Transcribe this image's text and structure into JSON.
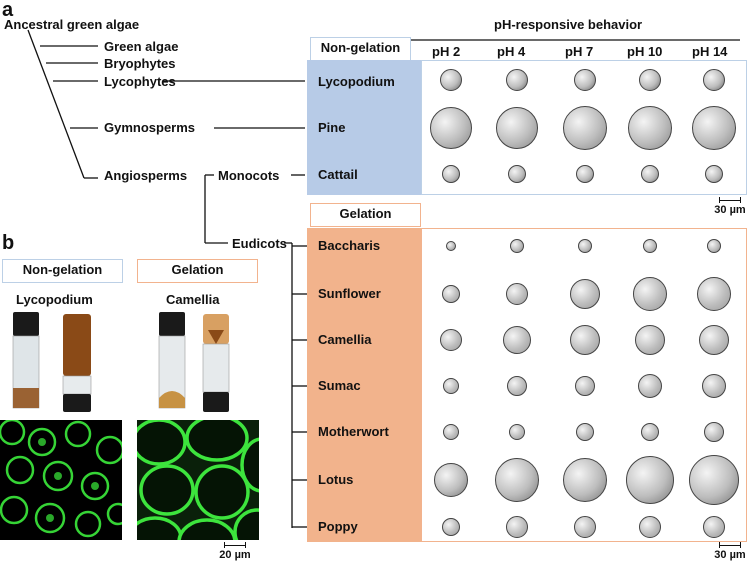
{
  "panels": {
    "a": "a",
    "b": "b"
  },
  "tree": {
    "root": "Ancestral green algae",
    "green_algae": "Green algae",
    "bryophytes": "Bryophytes",
    "lycophytes": "Lycophytes",
    "gymnosperms": "Gymnosperms",
    "angiosperms": "Angiosperms",
    "monocots": "Monocots",
    "eudicots": "Eudicots"
  },
  "header": {
    "title": "pH-responsive behavior",
    "ph": [
      "pH 2",
      "pH 4",
      "pH 7",
      "pH 10",
      "pH 14"
    ]
  },
  "groups": {
    "non_gelation": "Non-gelation",
    "gelation": "Gelation"
  },
  "species": {
    "non_gelation": [
      "Lycopodium",
      "Pine",
      "Cattail"
    ],
    "gelation": [
      "Baccharis",
      "Sunflower",
      "Camellia",
      "Sumac",
      "Motherwort",
      "Lotus",
      "Poppy"
    ]
  },
  "scalebars": {
    "a_top": "30 µm",
    "a_bottom": "30 µm",
    "b": "20 µm"
  },
  "panel_b": {
    "non_gelation_box": "Non-gelation",
    "gelation_box": "Gelation",
    "left_species": "Lycopodium",
    "right_species": "Camellia"
  },
  "colors": {
    "non_gelation_fill": "#b7cbe7",
    "non_gelation_border": "#bcd0e6",
    "gelation_fill": "#f2b38c",
    "gelation_border": "#f2b38e",
    "fluorescence": "#36d436"
  }
}
